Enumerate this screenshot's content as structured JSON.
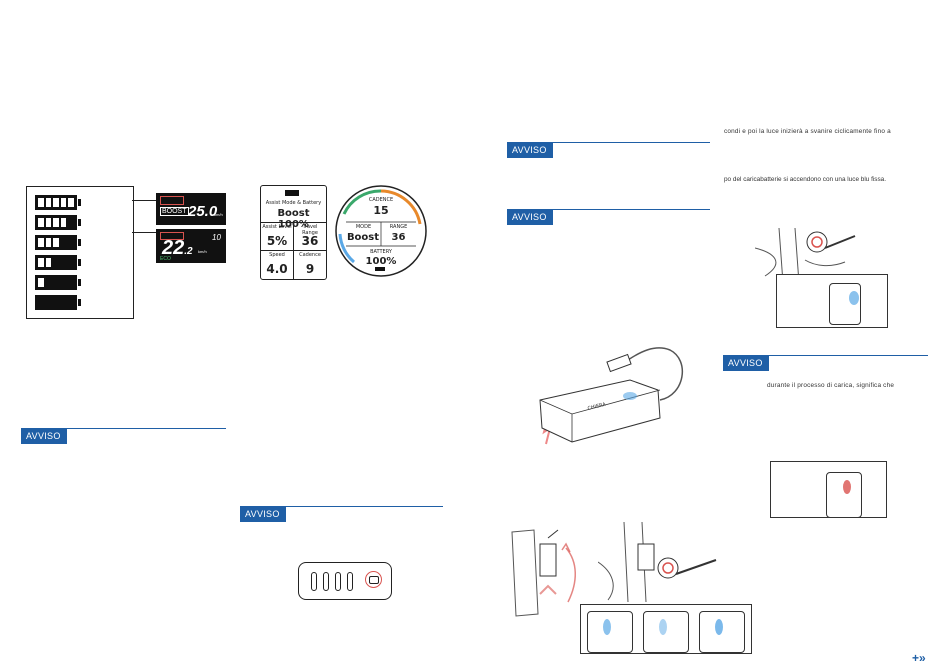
{
  "notice_label": "AVVISO",
  "text_lines": {
    "line1": "condi e poi la luce inizierà a svanire ciclicamente fino a",
    "line2": "po del caricabatterie si accendono con una luce blu fissa.",
    "line3": "durante il processo di carica, significa che"
  },
  "display_color": {
    "boost_label": "BOOST",
    "speed": "25.0",
    "speed_unit": "km/h",
    "eco_speed": "22",
    "eco_speed_dec": ".2",
    "eco_unit": "km/h",
    "eco_label": "ECO",
    "eco_trip": "10"
  },
  "display_square": {
    "assist_mode_battery_label": "Assist Mode & Battery",
    "assist_mode_value": "Boost 100%",
    "assist_level_label": "Assist Level",
    "assist_level_value": "5%",
    "travel_range_label": "Travel Range",
    "travel_range_value": "36",
    "speed_label": "Speed",
    "speed_value": "4.0",
    "cadence_label": "Cadence",
    "cadence_value": "9"
  },
  "display_round": {
    "cadence_label": "CADENCE",
    "cadence_value": "15",
    "mode_label": "MODE",
    "mode_value": "Boost",
    "range_label": "RANGE",
    "range_value": "36",
    "battery_label": "BATTERY",
    "battery_value": "100%"
  },
  "battery_levels": [
    5,
    4,
    3,
    2,
    1,
    0
  ],
  "charger_brand": "CHIERA",
  "nav_icon": "double-chevron-right-icon",
  "colors": {
    "accent": "#1f5fa6",
    "led_blue": "#5aa8e6",
    "led_red": "#d9534f",
    "gauge_orange": "#e8892b",
    "gauge_green": "#3aa86b"
  }
}
